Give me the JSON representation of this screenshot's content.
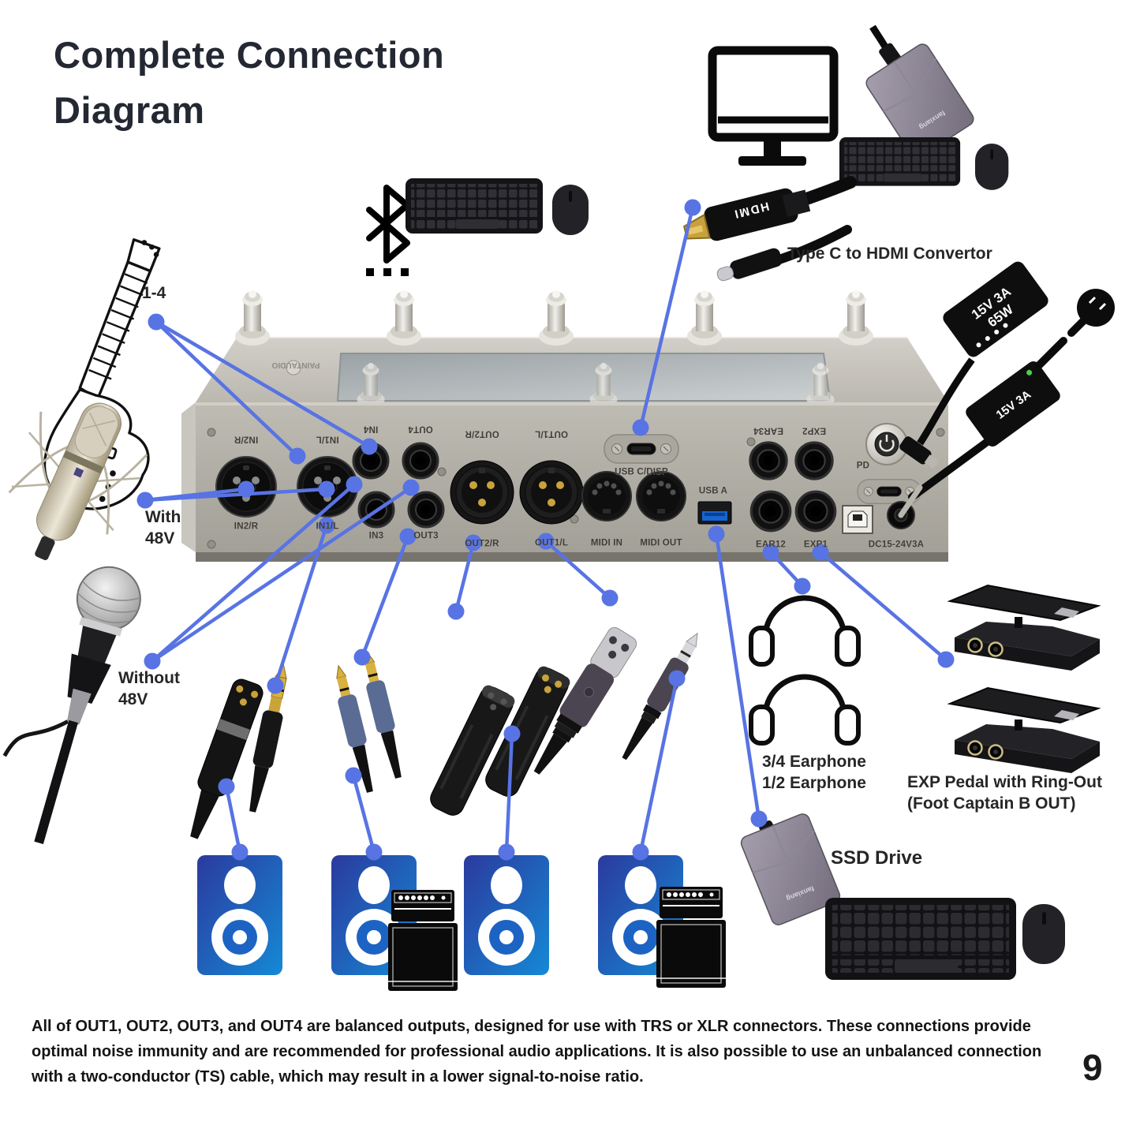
{
  "page": {
    "title_line1": "Complete Connection",
    "title_line2": "Diagram",
    "page_number": "9",
    "footer_lines": [
      "All of OUT1, OUT2, OUT3, and OUT4 are balanced outputs, designed for use with TRS or XLR connectors. These connections provide",
      "optimal noise immunity and are recommended for professional audio applications. It is also possible to use an unbalanced connection",
      "with a two-conductor (TS) cable, which may result in a lower signal-to-noise ratio."
    ]
  },
  "annotations": {
    "inputs_range": "1-4",
    "with_48v": [
      "With",
      "48V"
    ],
    "without_48v": [
      "Without",
      "48V"
    ],
    "type_c_hdmi": "Type C to HDMI Convertor",
    "earphones": [
      "3/4 Earphone",
      "1/2 Earphone"
    ],
    "exp_pedal": [
      "EXP Pedal with Ring-Out",
      "(Foot Captain B OUT)"
    ],
    "ssd_drive": "SSD Drive"
  },
  "panel": {
    "in2r": "IN2/R",
    "in1l": "IN1/L",
    "in4": "IN4",
    "in3": "IN3",
    "out4": "OUT4",
    "out3": "OUT3",
    "out2r": "OUT2/R",
    "out1l": "OUT1/L",
    "midi_in": "MIDI IN",
    "midi_out": "MIDI OUT",
    "usb_c_disp": "USB C/DISP",
    "usb_a": "USB A",
    "ear34": "EAR34",
    "exp2": "EXP2",
    "ear12": "EAR12",
    "exp1": "EXP1",
    "pd": "PD",
    "dc_power": "DC15-24V3A"
  },
  "hardware_text": {
    "psu_65w": [
      "15V 3A",
      "65W"
    ],
    "psu_inline": "15V 3A",
    "hdmi": "HDMI",
    "ssd_brand": "fanxiang",
    "brand": "PAINTAUDIO"
  },
  "colors": {
    "connection_line": "#5873e3",
    "speaker_gradient_start": "#2b3a9e",
    "speaker_gradient_end": "#1589d6",
    "device_silver": "#b5b2aa"
  }
}
